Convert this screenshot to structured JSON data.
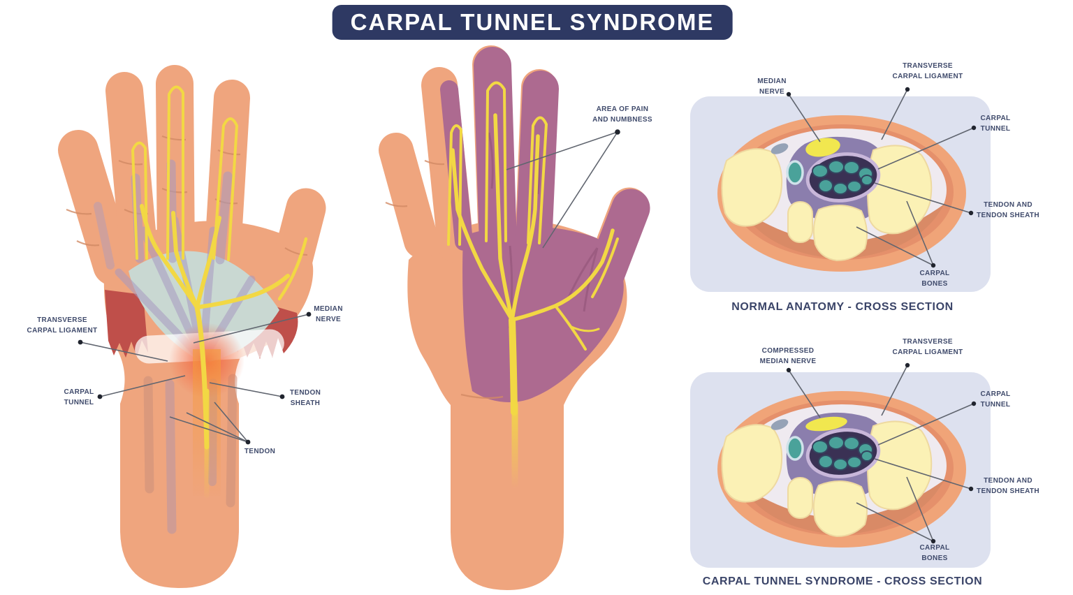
{
  "title": {
    "text": "CARPAL TUNNEL SYNDROME"
  },
  "palette": {
    "title_bg": "#2e3963",
    "title_fg": "#ffffff",
    "label_color": "#3f4a6b",
    "caption_color": "#3a4468",
    "leader_line": "#60656f",
    "leader_dot": "#20242e",
    "skin": "#efa57e",
    "nerve_yellow": "#f2d844",
    "pain_purple": "#ad6a90",
    "muscle_red": "#bf4f4a",
    "aponeurosis_green": "#c9d8d2",
    "tendon_stripe": "#a89ac0",
    "panel_bg": "#dde1ef",
    "bone_yellow": "#fbf1b5",
    "cross_section_purple": "#8b7ead",
    "tunnel_fill": "#3a3154",
    "tunnel_ring": "#c9b7da",
    "tendon_teal": "#4aa29a",
    "inflammation_red": "#e6403a"
  },
  "left_hand": {
    "labels": {
      "transverse_carpal_ligament": "TRANSVERSE\nCARPAL LIGAMENT",
      "carpal_tunnel": "CARPAL\nTUNNEL",
      "median_nerve": "MEDIAN\nNERVE",
      "tendon_sheath": "TENDON\nSHEATH",
      "tendon": "TENDON"
    }
  },
  "middle_hand": {
    "labels": {
      "area_of_pain": "AREA OF PAIN\nAND NUMBNESS"
    }
  },
  "cross_section_normal": {
    "caption": "NORMAL ANATOMY - CROSS SECTION",
    "labels": {
      "median_nerve": "MEDIAN\nNERVE",
      "transverse_carpal_ligament": "TRANSVERSE\nCARPAL LIGAMENT",
      "carpal_tunnel": "CARPAL\nTUNNEL",
      "tendon_and_tendon_sheath": "TENDON AND\nTENDON SHEATH",
      "carpal_bones": "CARPAL\nBONES"
    }
  },
  "cross_section_syndrome": {
    "caption": "CARPAL TUNNEL SYNDROME - CROSS SECTION",
    "labels": {
      "compressed_median_nerve": "COMPRESSED\nMEDIAN NERVE",
      "transverse_carpal_ligament": "TRANSVERSE\nCARPAL LIGAMENT",
      "carpal_tunnel": "CARPAL\nTUNNEL",
      "tendon_and_tendon_sheath": "TENDON AND\nTENDON SHEATH",
      "carpal_bones": "CARPAL\nBONES"
    }
  }
}
